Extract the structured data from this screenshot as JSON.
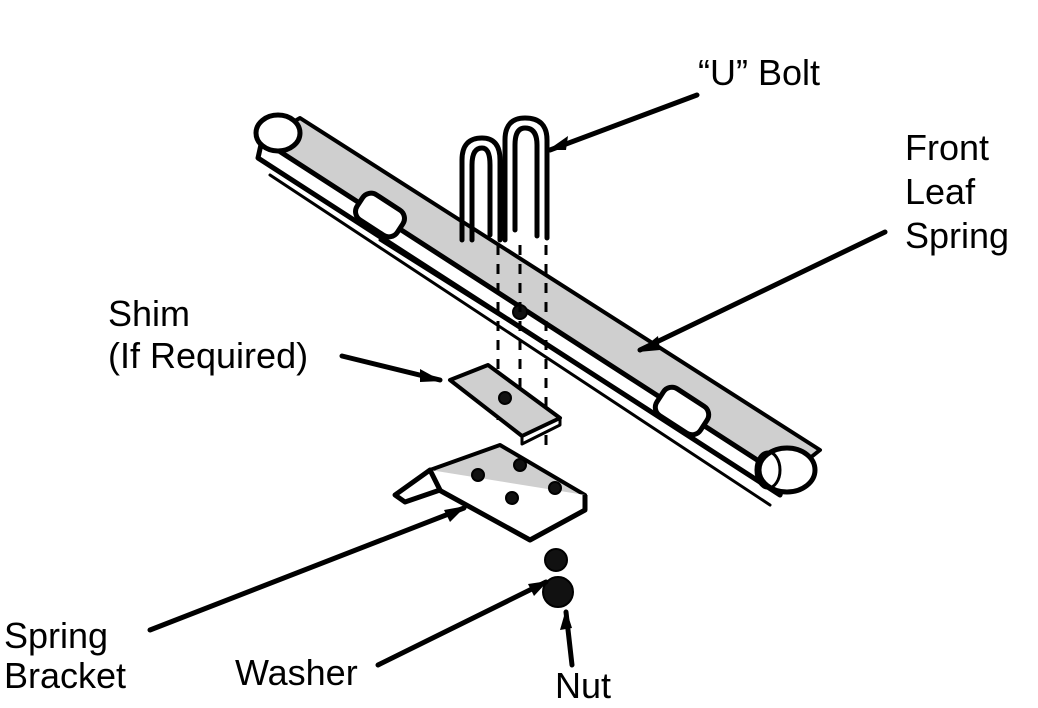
{
  "labels": {
    "u_bolt": "“U” Bolt",
    "front_leaf_spring": [
      "Front",
      "Leaf",
      "Spring"
    ],
    "shim": [
      "Shim",
      "(If Required)"
    ],
    "spring_bracket": [
      "Spring",
      "Bracket"
    ],
    "washer": "Washer",
    "nut": "Nut"
  }
}
